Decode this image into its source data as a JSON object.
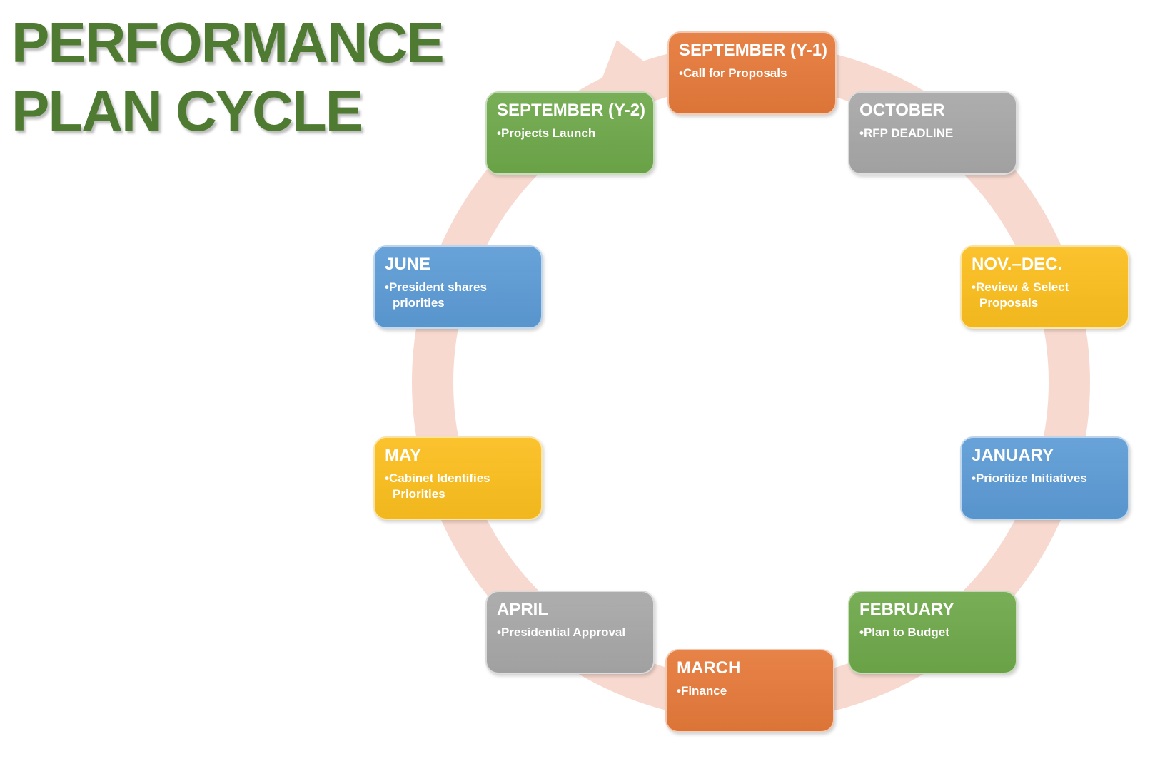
{
  "slide": {
    "title": {
      "line1": "PERFORMANCE",
      "line2": "PLAN CYCLE",
      "color": "#4E7B31"
    }
  },
  "cycle": {
    "ring_color": "#F7D9CF",
    "bullet_char": "•",
    "steps": [
      {
        "month": "SEPTEMBER (Y-1)",
        "bullet": "Call for Proposals",
        "color": "#E5793A"
      },
      {
        "month": "OCTOBER",
        "bullet": "RFP DEADLINE",
        "color": "#A7A7A7"
      },
      {
        "month": "NOV.–DEC.",
        "bullet": "Review & Select Proposals",
        "color": "#FBBE1E"
      },
      {
        "month": "JANUARY",
        "bullet": "Prioritize Initiatives",
        "color": "#5C9BD5"
      },
      {
        "month": "FEBRUARY",
        "bullet": "Plan to Budget",
        "color": "#6EA84A"
      },
      {
        "month": "MARCH",
        "bullet": "Finance",
        "color": "#E5793A"
      },
      {
        "month": "APRIL",
        "bullet": "Presidential Approval",
        "color": "#A7A7A7"
      },
      {
        "month": "MAY",
        "bullet": "Cabinet Identifies Priorities",
        "color": "#FBBE1E"
      },
      {
        "month": "JUNE",
        "bullet": "President shares priorities",
        "color": "#5C9BD5"
      },
      {
        "month": "SEPTEMBER (Y-2)",
        "bullet": "Projects Launch",
        "color": "#6EA84A"
      }
    ]
  }
}
